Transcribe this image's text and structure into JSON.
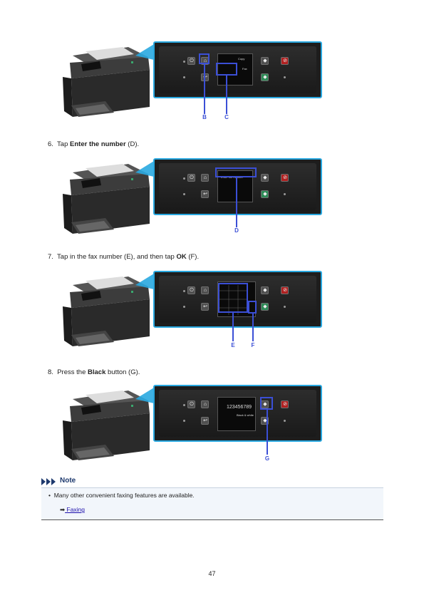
{
  "steps": [
    {
      "number": "6.",
      "pre": "Tap ",
      "bold": "Enter the number",
      "post": " (D)."
    },
    {
      "number": "7.",
      "pre": "Tap in the fax number (E), and then tap ",
      "bold": "OK",
      "post": " (F)."
    },
    {
      "number": "8.",
      "pre": "Press the ",
      "bold": "Black",
      "post": " button (G)."
    }
  ],
  "callouts": {
    "fig1": [
      "B",
      "C"
    ],
    "fig2": [
      "D"
    ],
    "fig3": [
      "E",
      "F"
    ],
    "fig4": [
      "G"
    ]
  },
  "lcd": {
    "fig1_copy": "Copy",
    "fig1_fax": "Fax",
    "fig2_enter": "Enter the number",
    "fig4_number": "123456789",
    "fig4_bw": "Black & white"
  },
  "note": {
    "title": "Note",
    "bullet": "Many other convenient faxing features are available.",
    "link_arrow": "➡",
    "link_text": "Faxing"
  },
  "page_number": "47",
  "colors": {
    "accent_blue": "#29a8e0",
    "highlight": "#3b4fd6",
    "note_bg": "#f2f6fb",
    "link": "#1a0dab"
  }
}
